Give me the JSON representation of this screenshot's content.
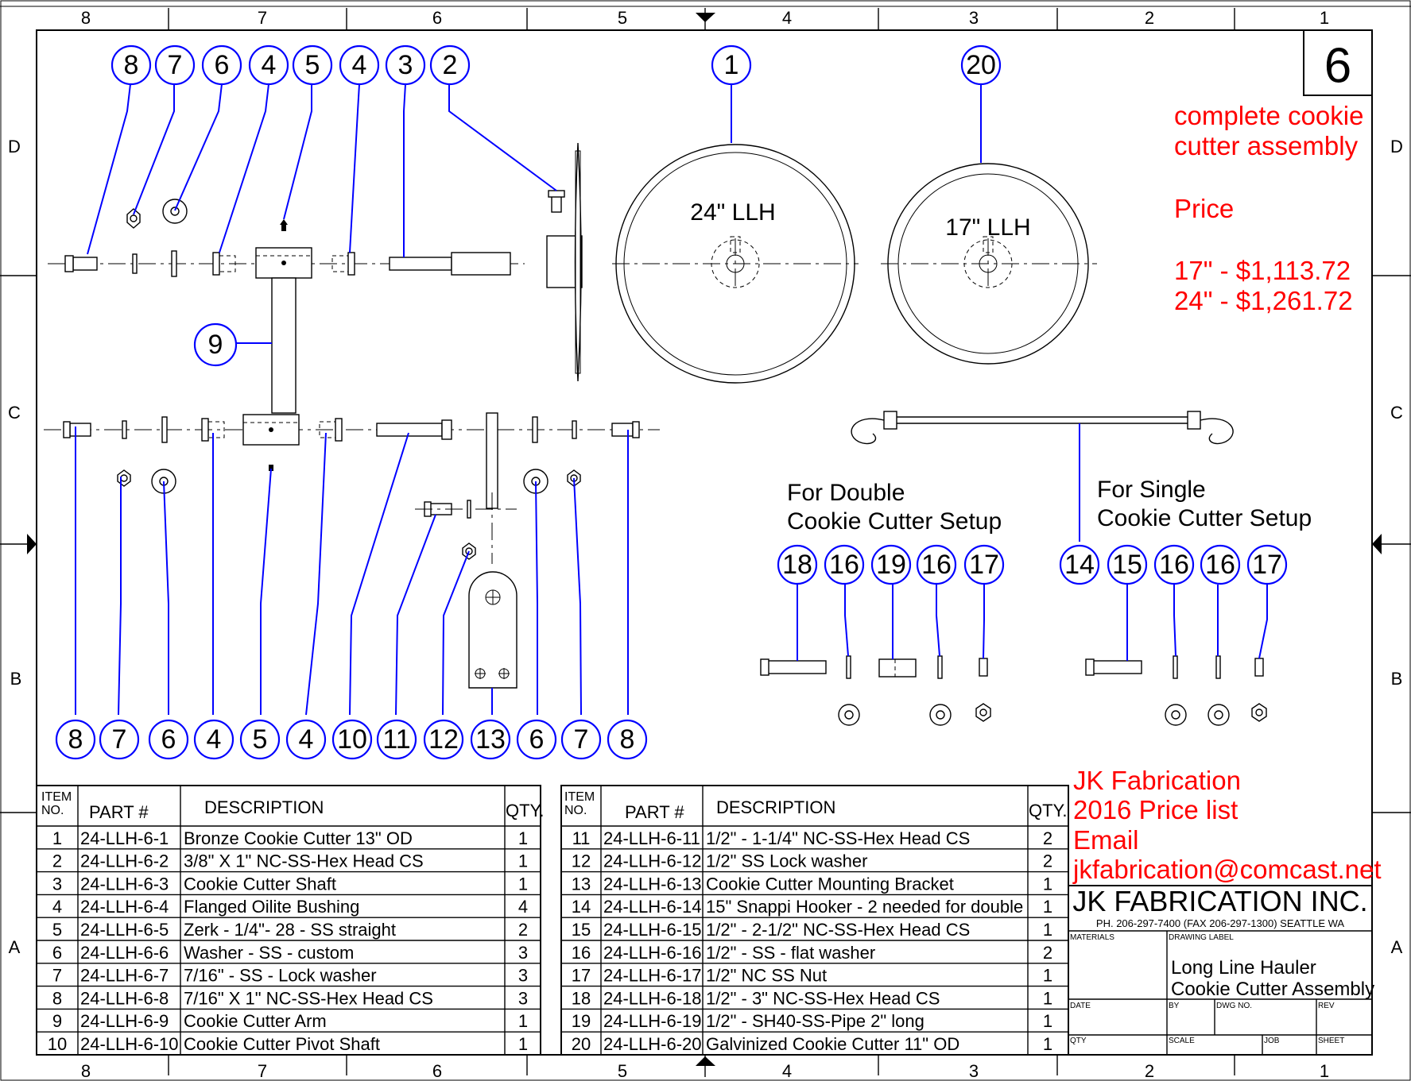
{
  "sheet_number": "6",
  "zone_columns": [
    "8",
    "7",
    "6",
    "5",
    "4",
    "3",
    "2",
    "1"
  ],
  "zone_rows": [
    "D",
    "C",
    "B",
    "A"
  ],
  "notes": {
    "assembly_title": [
      "complete cookie",
      "cutter assembly"
    ],
    "price_heading": "Price",
    "prices": [
      "17\" - $1,113.72",
      "24\" - $1,261.72"
    ],
    "company_block": [
      "JK Fabrication",
      "2016 Price list",
      "Email",
      "jkfabrication@comcast.net"
    ]
  },
  "view_labels": {
    "wheel_24": "24\" LLH",
    "wheel_17": "17\" LLH",
    "double_setup": [
      "For Double",
      "Cookie Cutter Setup"
    ],
    "single_setup": [
      "For Single",
      "Cookie Cutter Setup"
    ]
  },
  "balloons": {
    "top_row": [
      "8",
      "7",
      "6",
      "4",
      "5",
      "4",
      "3",
      "2"
    ],
    "wheel_1": "1",
    "wheel_20": "20",
    "arm": "9",
    "bottom_row": [
      "8",
      "7",
      "6",
      "4",
      "5",
      "4",
      "10",
      "11",
      "12",
      "13",
      "6",
      "7",
      "8"
    ],
    "double_row": [
      "18",
      "16",
      "19",
      "16",
      "17"
    ],
    "single_row": [
      "14",
      "15",
      "16",
      "16",
      "17"
    ]
  },
  "bom_headers": {
    "item_no": [
      "ITEM",
      "NO."
    ],
    "part": "PART #",
    "description": "DESCRIPTION",
    "qty": "QTY."
  },
  "bom_left": [
    {
      "item": "1",
      "part": "24-LLH-6-1",
      "description": "Bronze Cookie Cutter 13\" OD",
      "qty": "1"
    },
    {
      "item": "2",
      "part": "24-LLH-6-2",
      "description": "3/8\" X 1\" NC-SS-Hex Head CS",
      "qty": "1"
    },
    {
      "item": "3",
      "part": "24-LLH-6-3",
      "description": "Cookie Cutter Shaft",
      "qty": "1"
    },
    {
      "item": "4",
      "part": "24-LLH-6-4",
      "description": "Flanged Oilite Bushing",
      "qty": "4"
    },
    {
      "item": "5",
      "part": "24-LLH-6-5",
      "description": "Zerk - 1/4\"- 28 - SS straight",
      "qty": "2"
    },
    {
      "item": "6",
      "part": "24-LLH-6-6",
      "description": "Washer - SS - custom",
      "qty": "3"
    },
    {
      "item": "7",
      "part": "24-LLH-6-7",
      "description": "7/16\" - SS - Lock washer",
      "qty": "3"
    },
    {
      "item": "8",
      "part": "24-LLH-6-8",
      "description": "7/16\" X 1\" NC-SS-Hex Head CS",
      "qty": "3"
    },
    {
      "item": "9",
      "part": "24-LLH-6-9",
      "description": "Cookie Cutter Arm",
      "qty": "1"
    },
    {
      "item": "10",
      "part": "24-LLH-6-10",
      "description": "Cookie Cutter Pivot Shaft",
      "qty": "1"
    }
  ],
  "bom_right": [
    {
      "item": "11",
      "part": "24-LLH-6-11",
      "description": "1/2\" - 1-1/4\" NC-SS-Hex Head CS",
      "qty": "2"
    },
    {
      "item": "12",
      "part": "24-LLH-6-12",
      "description": "1/2\" SS Lock washer",
      "qty": "2"
    },
    {
      "item": "13",
      "part": "24-LLH-6-13",
      "description": "Cookie Cutter Mounting Bracket",
      "qty": "1"
    },
    {
      "item": "14",
      "part": "24-LLH-6-14",
      "description": "15\" Snappi Hooker - 2 needed for double",
      "qty": "1"
    },
    {
      "item": "15",
      "part": "24-LLH-6-15",
      "description": "1/2\" - 2-1/2\" NC-SS-Hex Head CS",
      "qty": "1"
    },
    {
      "item": "16",
      "part": "24-LLH-6-16",
      "description": "1/2\" - SS - flat washer",
      "qty": "2"
    },
    {
      "item": "17",
      "part": "24-LLH-6-17",
      "description": "1/2\" NC SS Nut",
      "qty": "1"
    },
    {
      "item": "18",
      "part": "24-LLH-6-18",
      "description": "1/2\" - 3\" NC-SS-Hex Head CS",
      "qty": "1"
    },
    {
      "item": "19",
      "part": "24-LLH-6-19",
      "description": "1/2\" - SH40-SS-Pipe 2\" long",
      "qty": "1"
    },
    {
      "item": "20",
      "part": "24-LLH-6-20",
      "description": "Galvinized Cookie Cutter 11\" OD",
      "qty": "1"
    }
  ],
  "title_block": {
    "company": "JK FABRICATION INC.",
    "contact": "PH. 206-297-7400 (FAX 206-297-1300) SEATTLE WA",
    "materials": "MATERIALS",
    "drawing_label": "DRAWING LABEL",
    "title": [
      "Long Line Hauler",
      "Cookie Cutter Assembly"
    ],
    "date": "DATE",
    "by": "BY",
    "dwg_no": "DWG NO.",
    "rev": "REV",
    "qty": "QTY",
    "scale": "SCALE",
    "job": "JOB",
    "sheet": "SHEET"
  },
  "colors": {
    "leader": "#0000ff",
    "note": "#ff0000",
    "line": "#000000"
  }
}
